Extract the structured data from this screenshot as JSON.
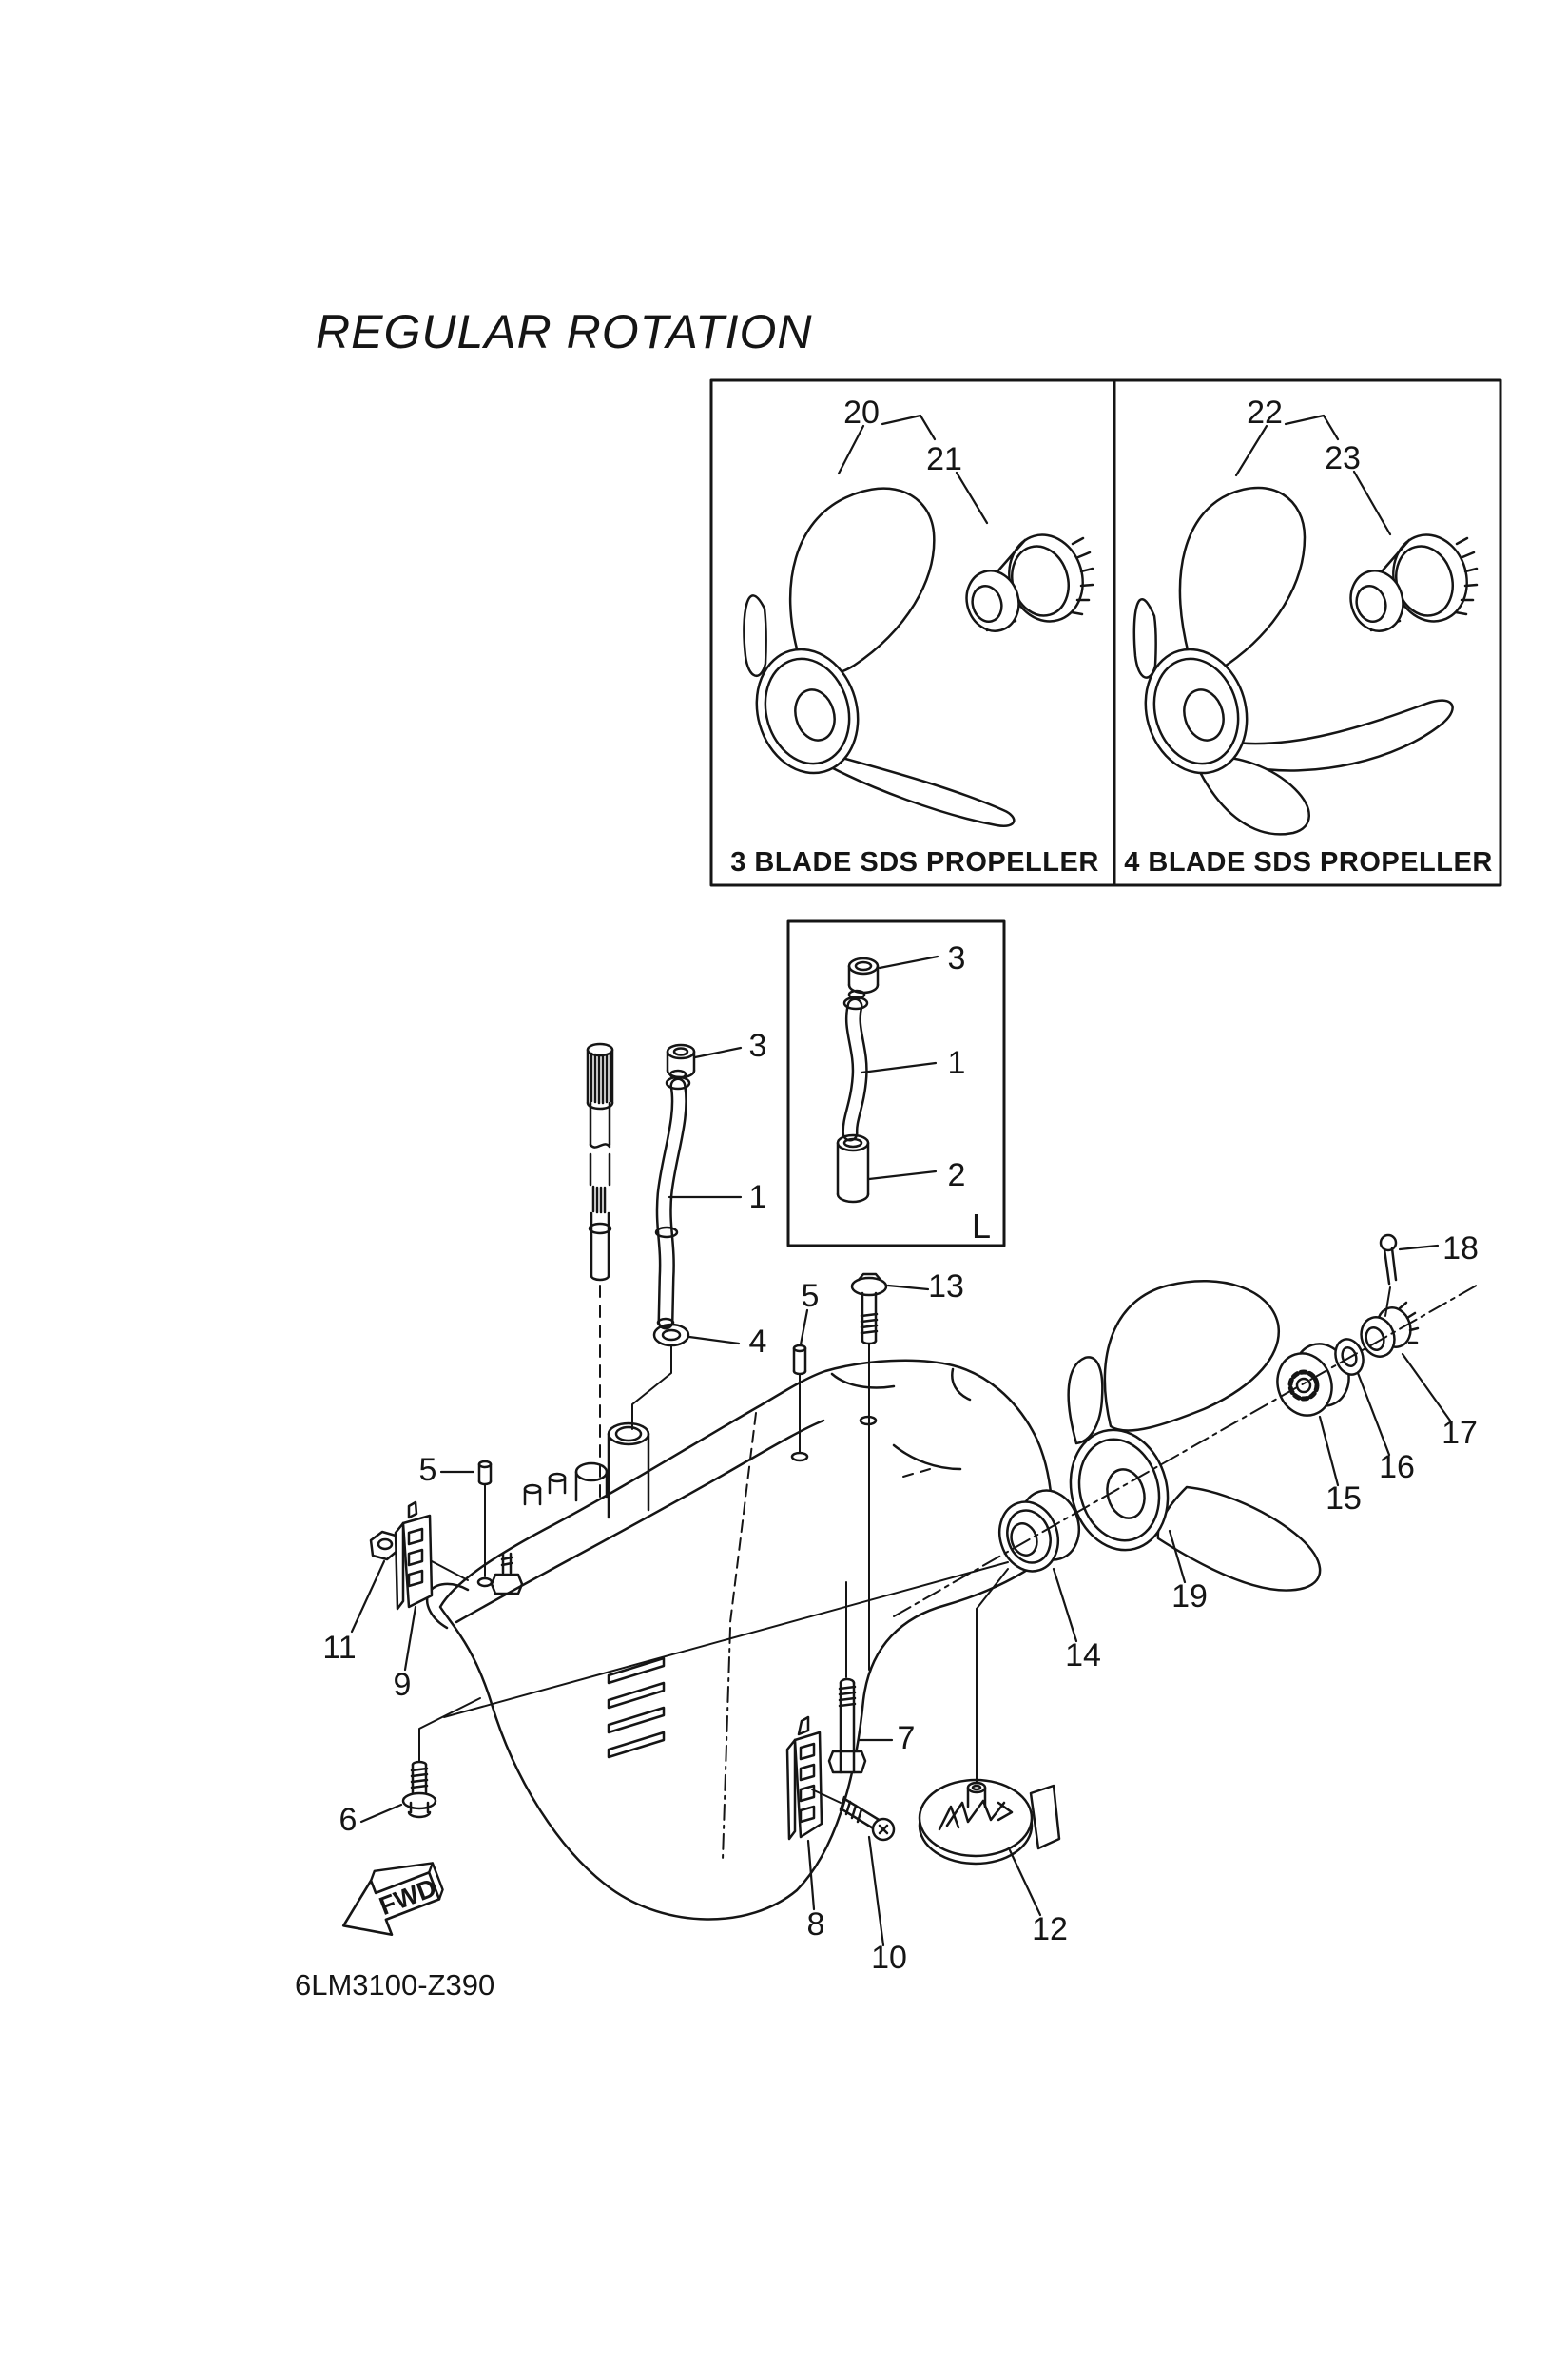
{
  "title": "REGULAR ROTATION",
  "top_panel": {
    "left_caption": "3 BLADE SDS PROPELLER",
    "right_caption": "4 BLADE SDS PROPELLER"
  },
  "inset": {
    "n3": "3",
    "n1": "1",
    "n2": "2",
    "corner": "L"
  },
  "callouts": {
    "n1": "1",
    "n3": "3",
    "n4": "4",
    "n5a": "5",
    "n5b": "5",
    "n6": "6",
    "n7": "7",
    "n8": "8",
    "n9": "9",
    "n10": "10",
    "n11": "11",
    "n12": "12",
    "n13": "13",
    "n14": "14",
    "n15": "15",
    "n16": "16",
    "n17": "17",
    "n18": "18",
    "n19": "19",
    "n20": "20",
    "n21": "21",
    "n22": "22",
    "n23": "23"
  },
  "fwd": "FWD",
  "part_code": "6LM3100-Z390",
  "colors": {
    "ink": "#151515",
    "bg": "#ffffff"
  }
}
